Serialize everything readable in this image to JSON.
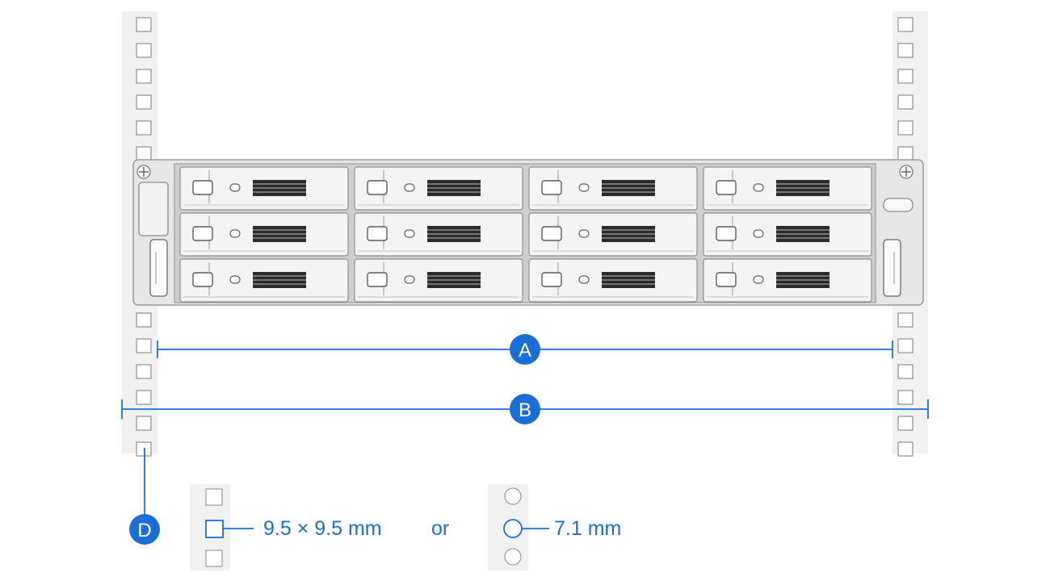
{
  "colors": {
    "accent": "#1a6fd6",
    "rail_fill": "#f1f1f1",
    "rail_hole": "#8f8f8f",
    "chassis": "#e6e6e6",
    "drive_tray": "#f4f4f4",
    "vent": "#2b2b2b"
  },
  "callouts": {
    "a": "A",
    "b": "B",
    "d": "D"
  },
  "hole_options": {
    "square": "9.5 × 9.5 mm",
    "separator": "or",
    "round": "7.1 mm"
  },
  "device": {
    "drive_bay_columns": 4,
    "drive_bay_rows": 3
  }
}
